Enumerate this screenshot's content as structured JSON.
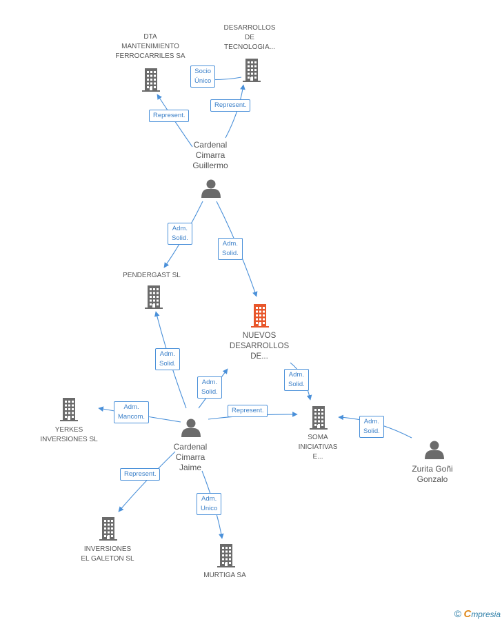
{
  "colors": {
    "edge": "#4a90d9",
    "company": "#6b6b6b",
    "company_highlight": "#e8562a",
    "person": "#6b6b6b"
  },
  "nodes": [
    {
      "id": "dta",
      "type": "company",
      "lines": [
        "DTA",
        "MANTENIMIENTO",
        "FERROCARRILES SA"
      ]
    },
    {
      "id": "desarrollos_tec",
      "type": "company",
      "lines": [
        "DESARROLLOS",
        "DE",
        "TECNOLOGIA..."
      ]
    },
    {
      "id": "cardenal_guillermo",
      "type": "person",
      "lines": [
        "Cardenal",
        "Cimarra",
        "Guillermo"
      ]
    },
    {
      "id": "pendergast",
      "type": "company",
      "lines": [
        "PENDERGAST SL"
      ]
    },
    {
      "id": "nuevos_desarrollos",
      "type": "company_highlight",
      "lines": [
        "NUEVOS",
        "DESARROLLOS",
        "DE..."
      ]
    },
    {
      "id": "yerkes",
      "type": "company",
      "lines": [
        "YERKES",
        "INVERSIONES SL"
      ]
    },
    {
      "id": "cardenal_jaime",
      "type": "person",
      "lines": [
        "Cardenal",
        "Cimarra",
        "Jaime"
      ]
    },
    {
      "id": "soma",
      "type": "company",
      "lines": [
        "SOMA",
        "INICIATIVAS",
        "E..."
      ]
    },
    {
      "id": "zurita",
      "type": "person",
      "lines": [
        "Zurita Goñi",
        "Gonzalo"
      ]
    },
    {
      "id": "galeton",
      "type": "company",
      "lines": [
        "INVERSIONES",
        "EL GALETON SL"
      ]
    },
    {
      "id": "murtiga",
      "type": "company",
      "lines": [
        "MURTIGA SA"
      ]
    }
  ],
  "edges": [
    {
      "id": "e1",
      "lines": [
        "Socio",
        "Único"
      ]
    },
    {
      "id": "e2",
      "lines": [
        "Represent."
      ]
    },
    {
      "id": "e3",
      "lines": [
        "Represent."
      ]
    },
    {
      "id": "e4",
      "lines": [
        "Adm.",
        "Solid."
      ]
    },
    {
      "id": "e5",
      "lines": [
        "Adm.",
        "Solid."
      ]
    },
    {
      "id": "e6",
      "lines": [
        "Adm.",
        "Solid."
      ]
    },
    {
      "id": "e7",
      "lines": [
        "Adm.",
        "Solid."
      ]
    },
    {
      "id": "e8",
      "lines": [
        "Adm.",
        "Mancom."
      ]
    },
    {
      "id": "e9",
      "lines": [
        "Represent."
      ]
    },
    {
      "id": "e10",
      "lines": [
        "Adm.",
        "Solid."
      ]
    },
    {
      "id": "e11",
      "lines": [
        "Adm.",
        "Solid."
      ]
    },
    {
      "id": "e12",
      "lines": [
        "Represent."
      ]
    },
    {
      "id": "e13",
      "lines": [
        "Adm.",
        "Unico"
      ]
    }
  ],
  "footer": {
    "copyright": "©",
    "brand_first": "C",
    "brand_rest": "mpresia"
  }
}
